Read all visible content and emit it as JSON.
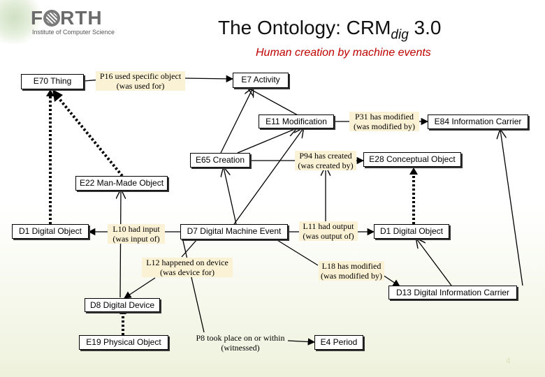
{
  "logo": {
    "word_start": "F",
    "word_end": "RTH",
    "subtitle": "Institute of Computer Science"
  },
  "title": {
    "main": "The Ontology: CRM",
    "subscript": "dig",
    "version": " 3.0"
  },
  "subtitle": "Human creation by machine events",
  "classes": {
    "e70": "E70 Thing",
    "e7": "E7 Activity",
    "e11": "E11 Modification",
    "e84": "E84 Information Carrier",
    "e65": "E65 Creation",
    "e28": "E28 Conceptual Object",
    "e22": "E22 Man-Made Object",
    "d1_left": "D1 Digital Object",
    "d7": "D7 Digital Machine Event",
    "d1_right": "D1 Digital Object",
    "d13": "D13 Digital Information Carrier",
    "d8": "D8 Digital Device",
    "e19": "E19 Physical Object",
    "e4": "E4 Period"
  },
  "properties": {
    "p16": [
      "P16 used specific object",
      "(was used for)"
    ],
    "p31": [
      "P31 has modified",
      "(was modified by)"
    ],
    "p94": [
      "P94 has created",
      "(was created by)"
    ],
    "l10": [
      "L10 had input",
      "(was input of)"
    ],
    "l11": [
      "L11 had output",
      "(was output of)"
    ],
    "l12": [
      "L12 happened on device",
      "(was device for)"
    ],
    "l18": [
      "L18 has modified",
      "(was modified by)"
    ],
    "p8": [
      "P8 took place on or within",
      "(witnessed)"
    ]
  },
  "page_number": "4",
  "colors": {
    "subtitle": "#c00000",
    "label_bg": "#fbf1d4",
    "page_number": "#d9e4b8"
  }
}
